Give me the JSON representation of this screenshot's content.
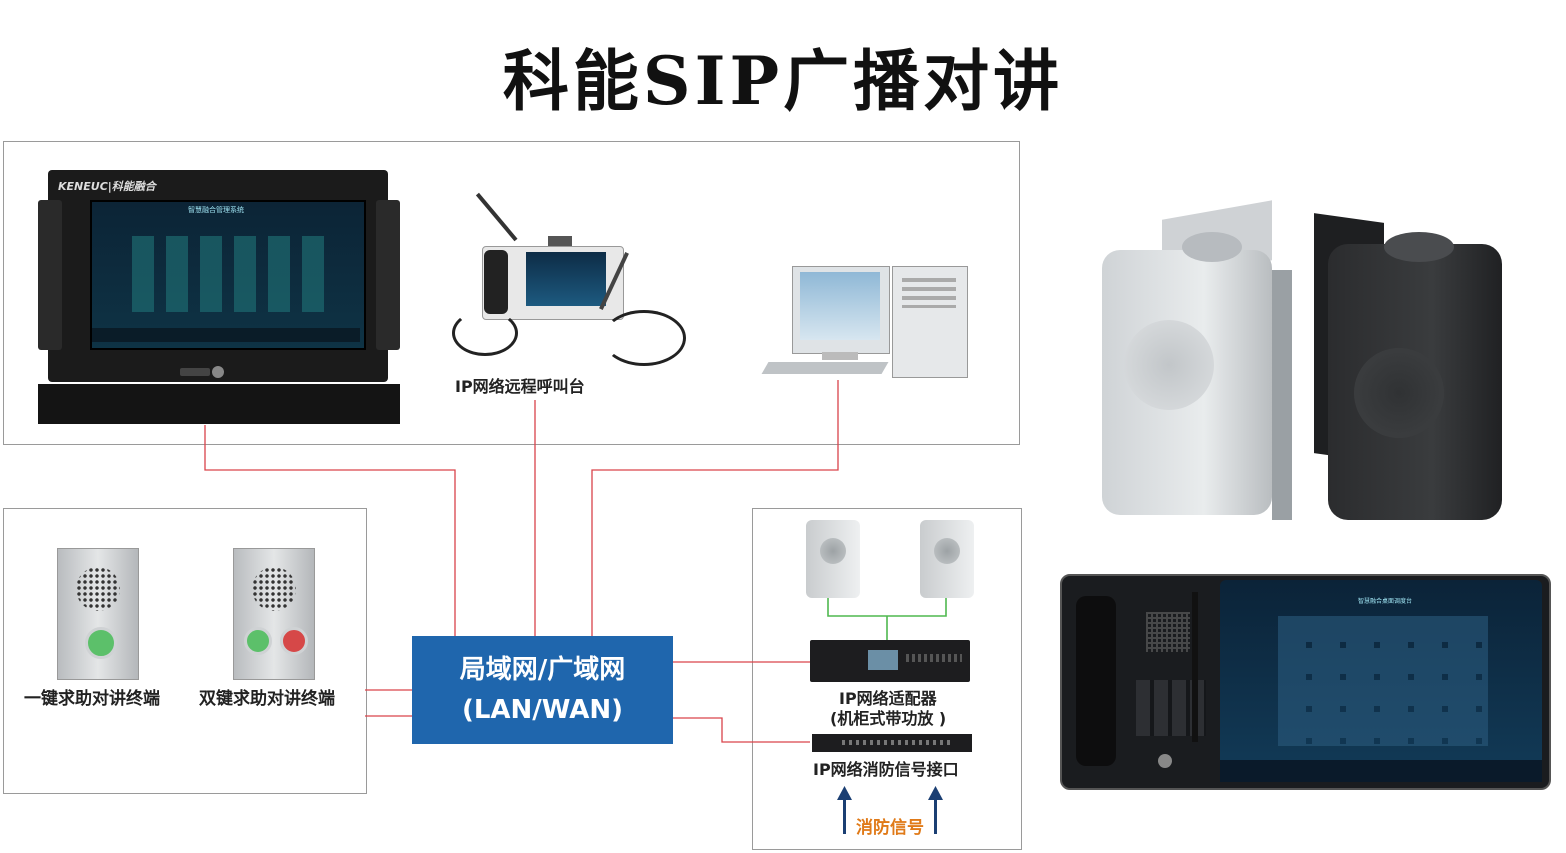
{
  "title": "科能SIP广播对讲",
  "lan_box": {
    "line1": "局域网/广域网",
    "line2": "(LAN/WAN)"
  },
  "devices": {
    "remote_console": "IP网络远程呼叫台",
    "one_key_terminal": "一键求助对讲终端",
    "two_key_terminal": "双键求助对讲终端",
    "adapter_line1": "IP网络适配器",
    "adapter_line2": "(机柜式带功放 )",
    "fire_interface": "IP网络消防信号接口",
    "fire_signal": "消防信号"
  },
  "brand": {
    "logo": "KENEUC",
    "logo_cn": "科能融合"
  },
  "screens": {
    "rack_screen_title": "智慧融合管理系统",
    "desk_screen_title": "智慧融合桌面调度台"
  },
  "colors": {
    "wire_red": "#d9434a",
    "wire_green": "#4fb84f",
    "lan_blue": "#1f66ad",
    "fire_orange": "#e07a18",
    "arrow_navy": "#1b3f73"
  }
}
